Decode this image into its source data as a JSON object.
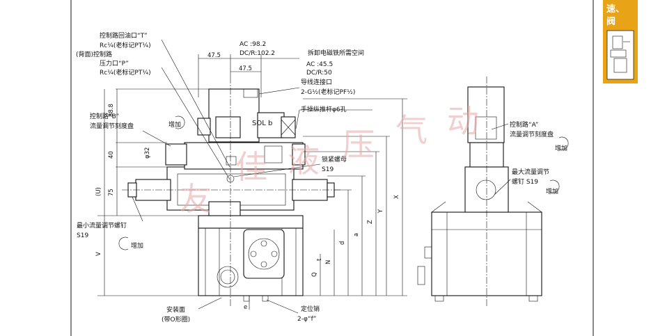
{
  "page": {
    "background": "#ffffff",
    "tab_color": "#e8a317",
    "watermark_color": "#e8a8a8"
  },
  "side_tab": {
    "line1": "速、",
    "line2": "阀"
  },
  "labels": {
    "t_port": "控制路回油口“T”",
    "t_port_rc": "Rc¼(老标记PT¼)",
    "back_control": "(背面)控制路",
    "p_port": "压力口“P”",
    "p_port_rc": "Rc¼(老标记PT¼)",
    "ac1": "AC   :98.2",
    "dc1": "DC/R:102.2",
    "disassembly": "拆卸电磁铁所需空间",
    "ac2": "AC   :45.5",
    "dc2": "DC/R:50",
    "conduit": "导线连接口",
    "conduit_g": "2-G½(老标记PF½)",
    "manual": "手操纵推杆φ6孔",
    "b_control": "控制路“B”",
    "b_dial": "流量调节刻度盘",
    "increase1": "增加",
    "sol": "SOL b",
    "lock_nut": "锁紧螺母",
    "lock_nut_s": "S19",
    "min_screw": "最小流量调节螺钉",
    "min_screw_s": "S19",
    "increase2": "增加",
    "mount_face": "安装面",
    "mount_face_o": "(带O形圈)",
    "locate_pin": "定位销",
    "locate_pin_f": "2-φ“f”",
    "a_control": "控制路“A”",
    "a_dial": "流量调节刻度盘",
    "increase3": "增加",
    "max_adj": "最大流量调节",
    "max_screw": "螺钉 S19",
    "increase4": "增加"
  },
  "dims": {
    "d475a": "47.5",
    "d475b": "47.5",
    "d888": "88.8",
    "d40": "40",
    "d75": "75",
    "dU": "(U)",
    "dV": "V",
    "phi32": "φ32",
    "dX": "X",
    "dY": "Y",
    "dZ": "Z",
    "da": "a",
    "dd": "d",
    "dN": "N",
    "dQ": "Q",
    "dt": "t",
    "de": "e"
  },
  "watermark": {
    "c1": "友",
    "c2": "佳",
    "c3": "液",
    "c4": "压",
    "c5": "气",
    "c6": "动"
  }
}
